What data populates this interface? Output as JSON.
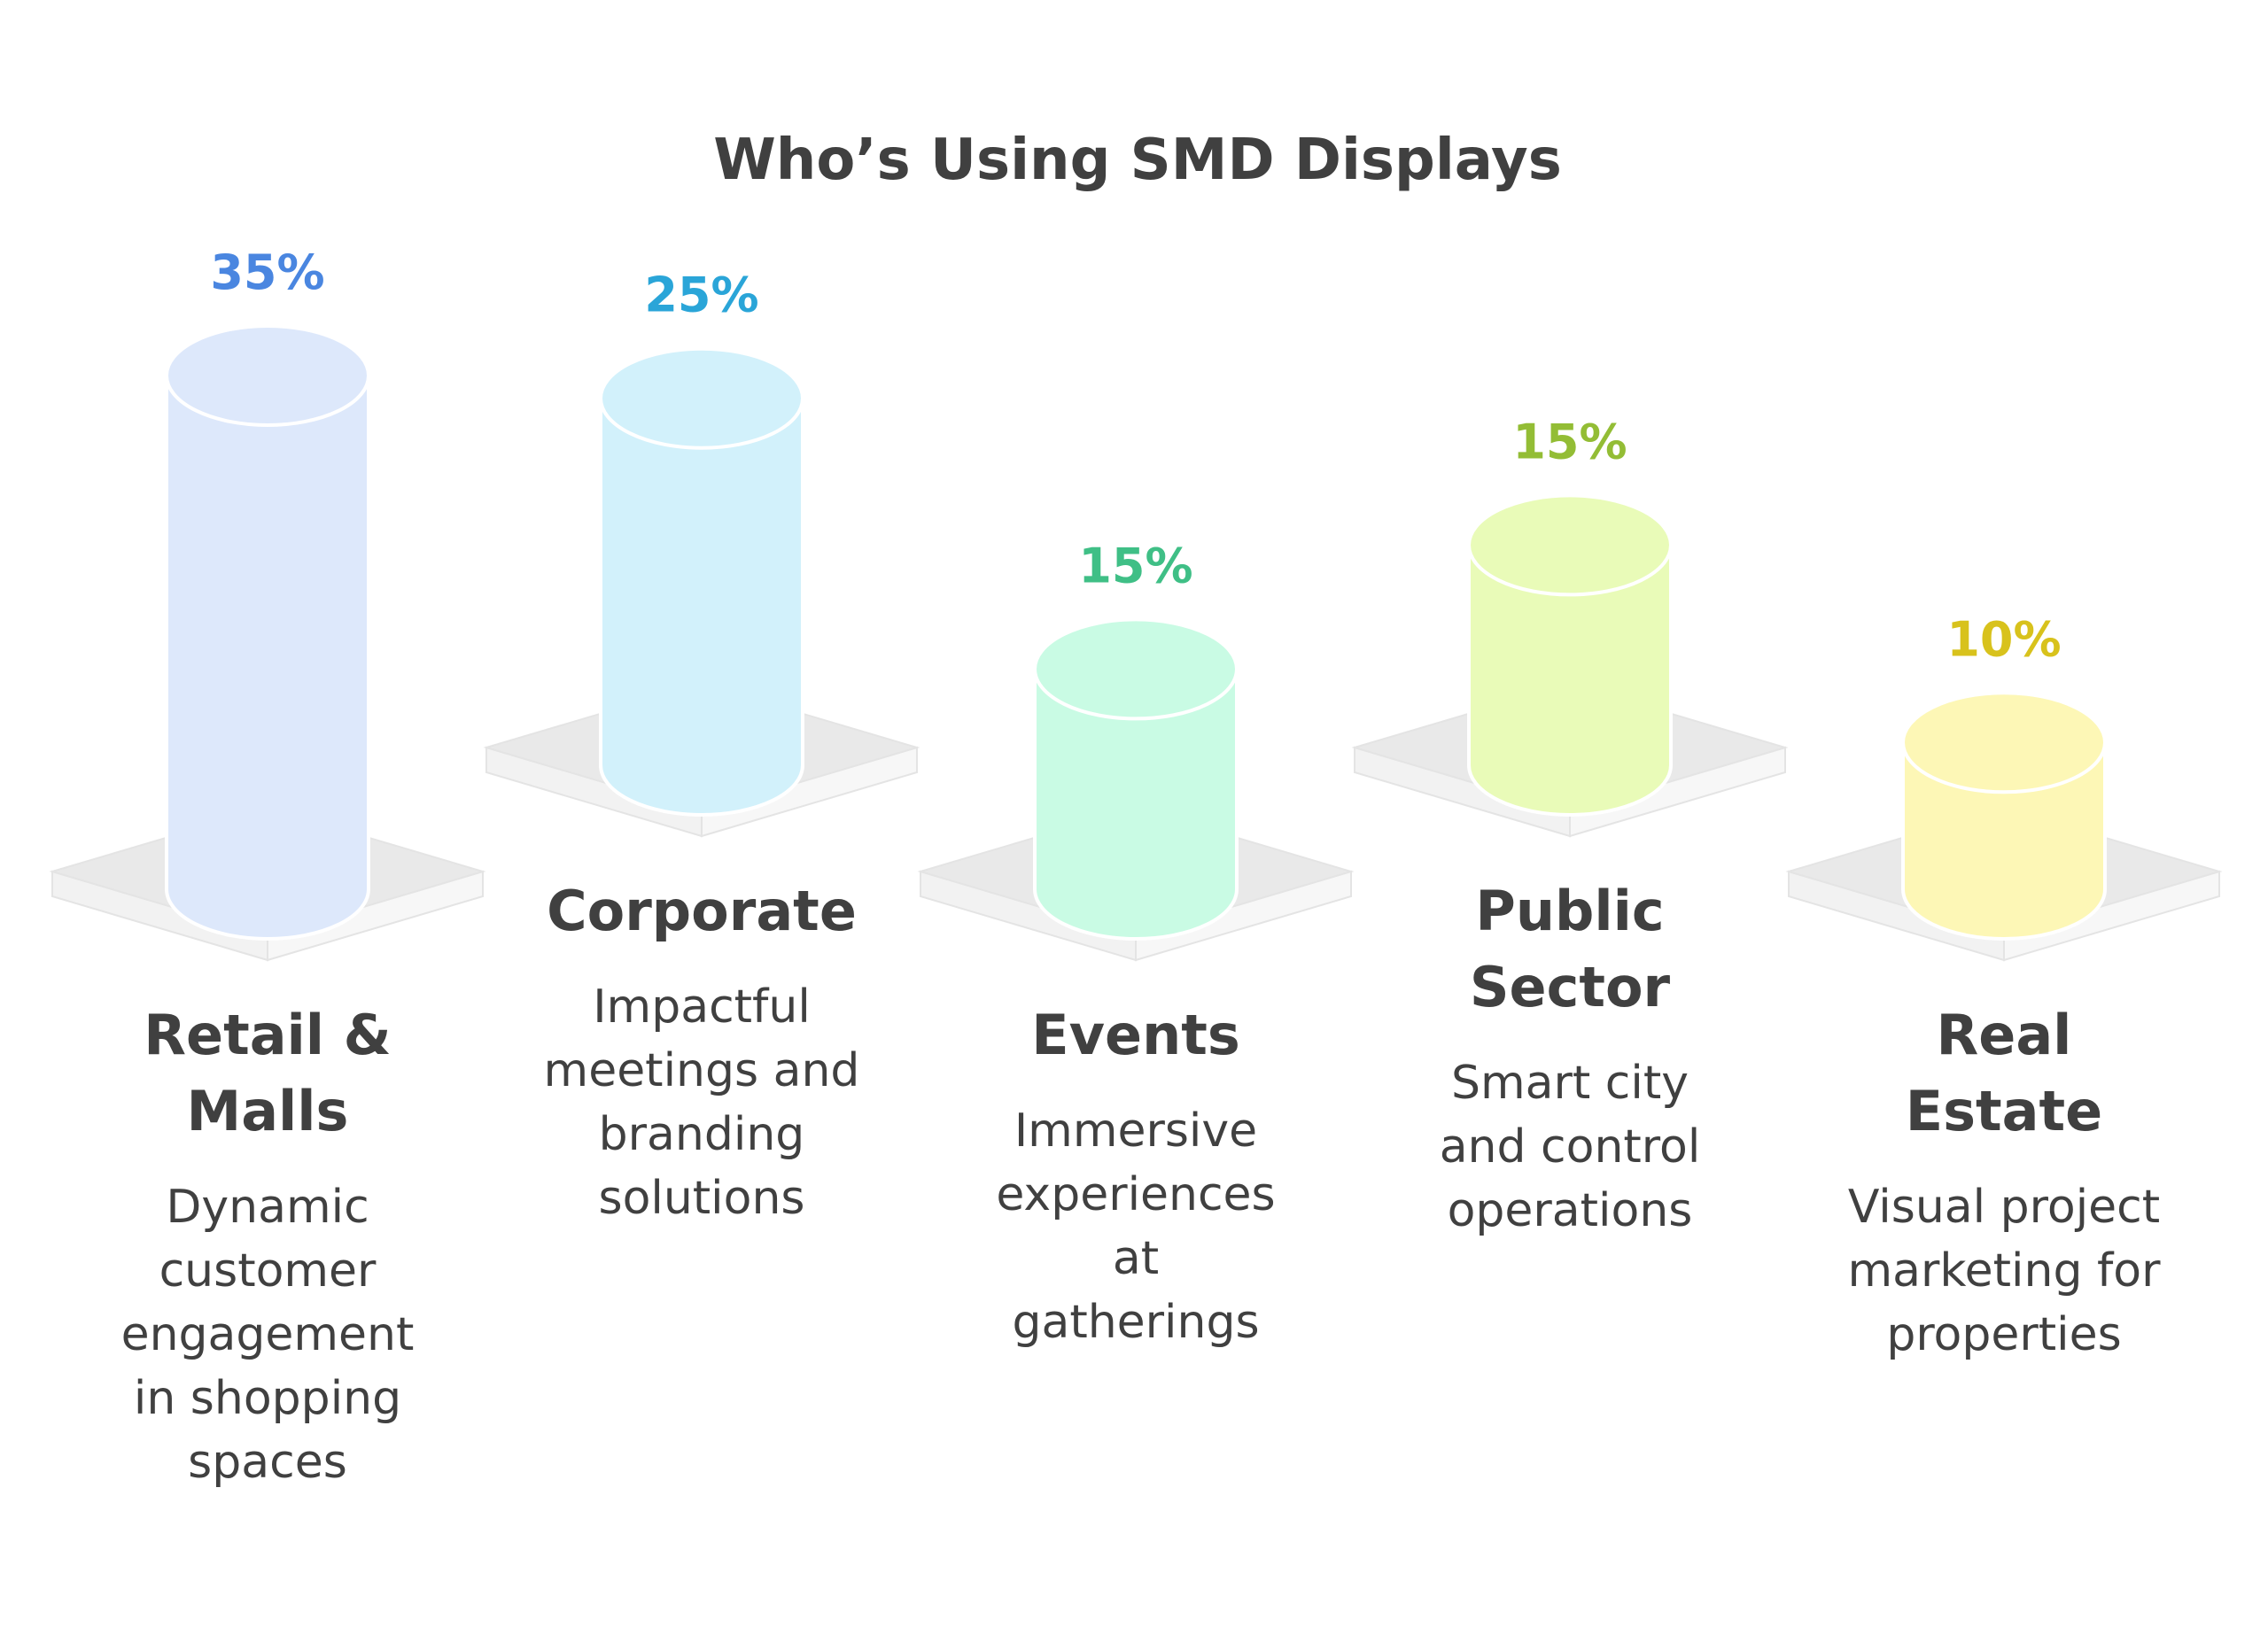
{
  "title": "Who’s Using SMD Displays",
  "chart_data": {
    "type": "bar",
    "title": "Who’s Using SMD Displays",
    "unit": "%",
    "categories": [
      "Retail & Malls",
      "Corporate",
      "Events",
      "Public Sector",
      "Real Estate"
    ],
    "values": [
      35,
      25,
      15,
      15,
      10
    ],
    "value_labels": [
      "35%",
      "25%",
      "15%",
      "15%",
      "10%"
    ],
    "items": [
      {
        "label_lines": [
          "Retail &",
          "Malls"
        ],
        "desc_lines": [
          "Dynamic",
          "customer",
          "engagement",
          "in shopping",
          "spaces"
        ],
        "fill": "#dde8fb",
        "text_color": "#4a86e0"
      },
      {
        "label_lines": [
          "Corporate"
        ],
        "desc_lines": [
          "Impactful",
          "meetings and",
          "branding",
          "solutions"
        ],
        "fill": "#d2f1fb",
        "text_color": "#2aa5d8"
      },
      {
        "label_lines": [
          "Events"
        ],
        "desc_lines": [
          "Immersive",
          "experiences",
          "at",
          "gatherings"
        ],
        "fill": "#c9fbe4",
        "text_color": "#3fbf86"
      },
      {
        "label_lines": [
          "Public",
          "Sector"
        ],
        "desc_lines": [
          "Smart city",
          "and control",
          "operations"
        ],
        "fill": "#e9fbb8",
        "text_color": "#93bd35"
      },
      {
        "label_lines": [
          "Real",
          "Estate"
        ],
        "desc_lines": [
          "Visual project",
          "marketing for",
          "properties"
        ],
        "fill": "#fdf7b6",
        "text_color": "#d8c21c"
      }
    ],
    "grid": false,
    "legend": "none"
  }
}
